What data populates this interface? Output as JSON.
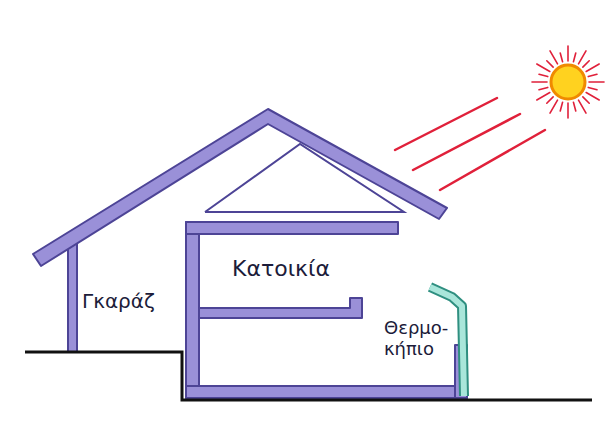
{
  "diagram": {
    "labels": [
      "Γκαράζ",
      "Κατοικία",
      "Θερμο- κήπιο"
    ]
  }
}
